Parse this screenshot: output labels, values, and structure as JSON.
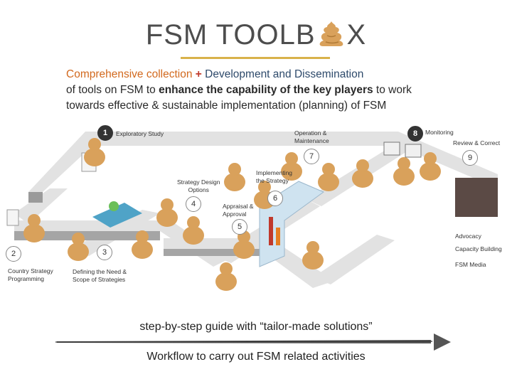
{
  "title": {
    "before": "FSM TOOLB",
    "after": "X"
  },
  "intro": {
    "line1_orange": "Comprehensive collection ",
    "line1_plus": "+",
    "line1_dark": " Development and Dissemination",
    "line2_a": "of tools on FSM to ",
    "line2_bold": "enhance the capability of the key players",
    "line2_b": " to work",
    "line3": "towards effective & sustainable implementation (planning) of FSM"
  },
  "steps": {
    "s1": {
      "num": "1",
      "label": "Exploratory Study"
    },
    "s2": {
      "num": "2",
      "label_l1": "Country Strategy",
      "label_l2": "Programming"
    },
    "s3": {
      "num": "3",
      "label_l1": "Defining the Need &",
      "label_l2": "Scope of Strategies"
    },
    "s4": {
      "num": "4",
      "label_l1": "Strategy Design",
      "label_l2": "Options"
    },
    "s5": {
      "num": "5",
      "label_l1": "Appraisal &",
      "label_l2": "Approval"
    },
    "s6": {
      "num": "6",
      "label_l1": "Implementing",
      "label_l2": "the Strategy"
    },
    "s7": {
      "num": "7",
      "label_l1": "Operation &",
      "label_l2": "Maintenance"
    },
    "s8": {
      "num": "8",
      "label": "Monitoring"
    },
    "s9": {
      "num": "9",
      "label": "Review & Correct"
    }
  },
  "side_labels": {
    "advocacy": "Advocacy",
    "capacity": "Capacity Building",
    "media": "FSM Media"
  },
  "guide": "step-by-step guide with “tailor-made solutions”",
  "workflow": "Workflow to carry out FSM related activities",
  "colors": {
    "person": "#d9a15b",
    "desk_top": "#dedede",
    "desk_side": "#8a8a8a",
    "accent": "#d9b24a"
  }
}
